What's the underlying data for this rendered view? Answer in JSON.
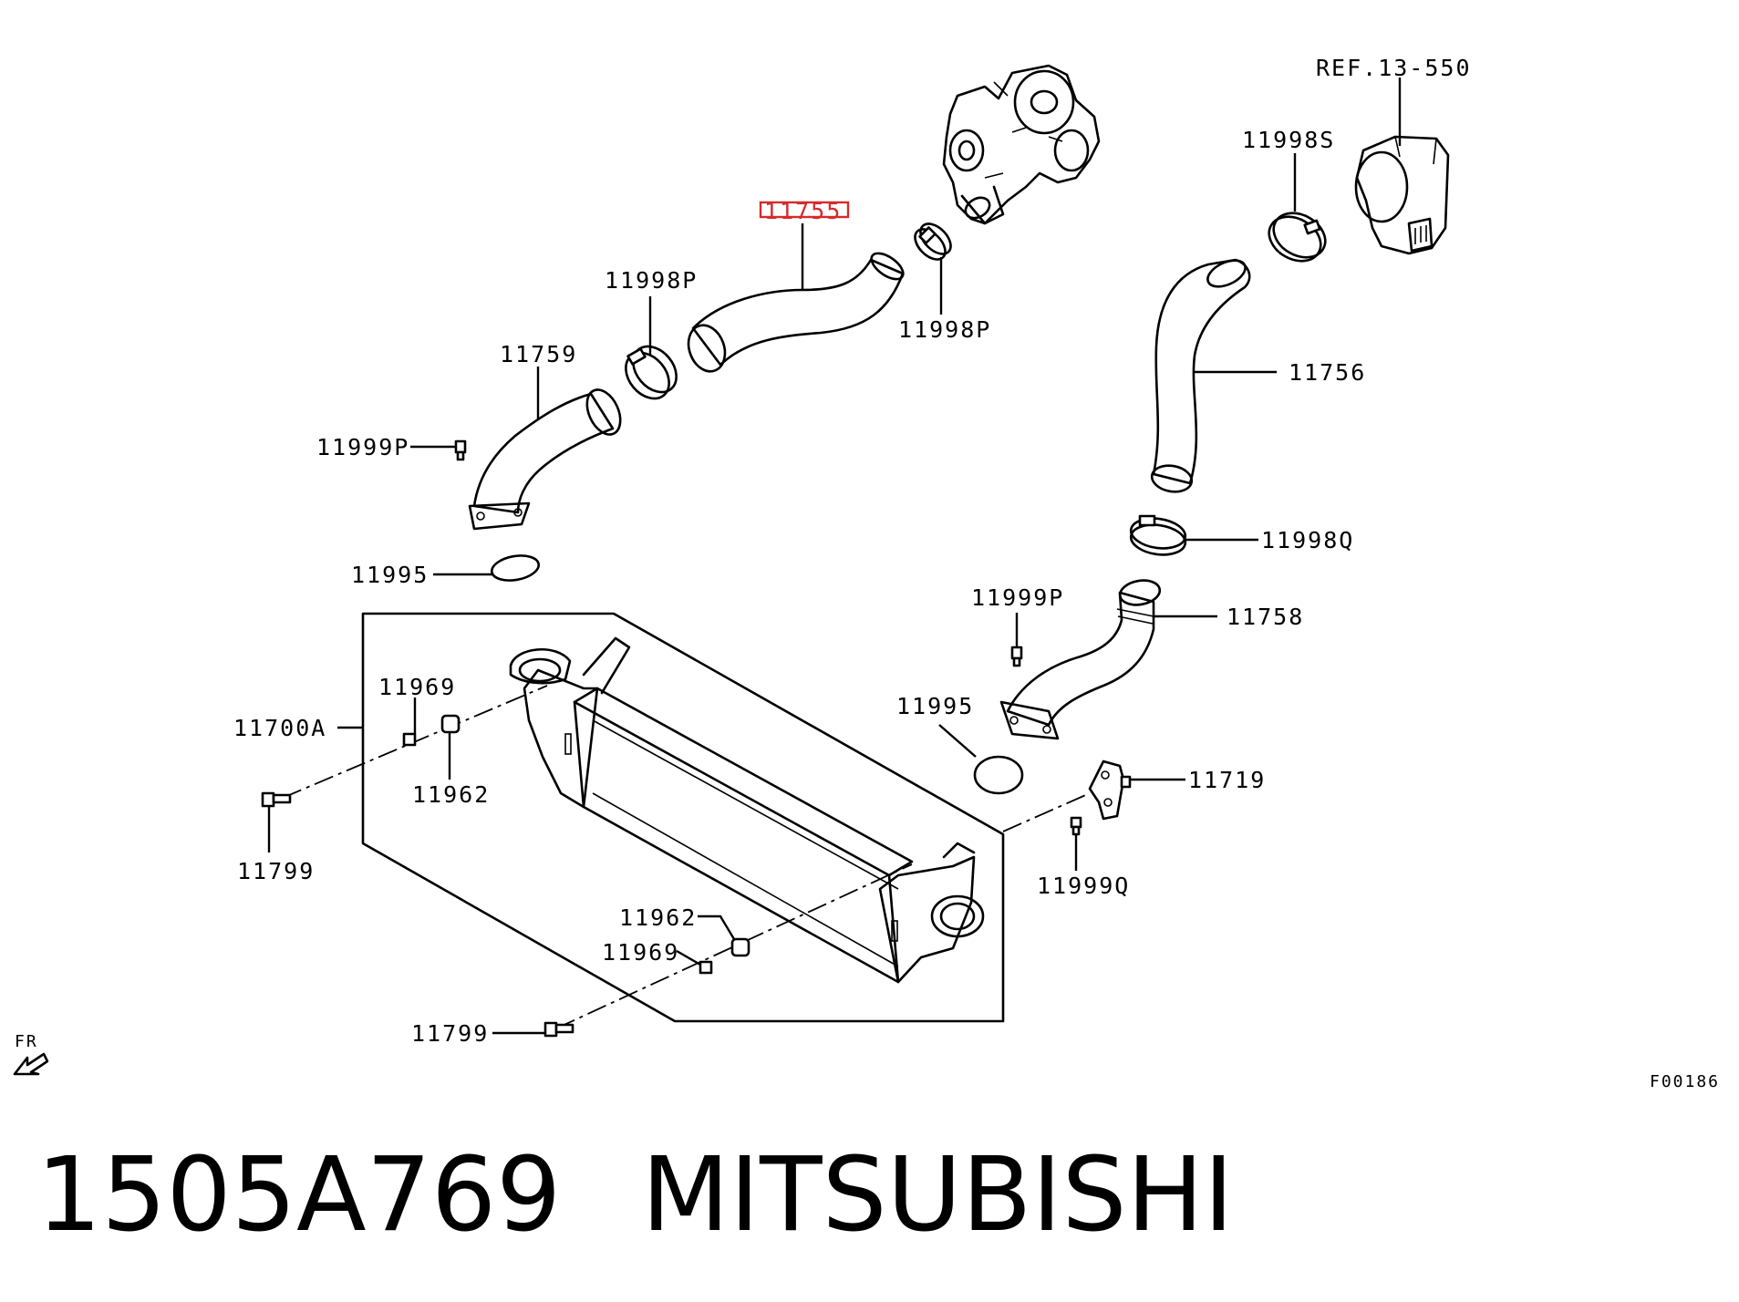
{
  "diagram": {
    "ref_label": "REF.13-550",
    "direction_label": "FR",
    "figure_code": "F00186",
    "highlighted_part": "11755",
    "labels": {
      "p11755": "11755",
      "p11998S": "11998S",
      "p11998P_left": "11998P",
      "p11998P_right": "11998P",
      "p11759": "11759",
      "p11756": "11756",
      "p11999P_left": "11999P",
      "p11998Q": "11998Q",
      "p11995_left": "11995",
      "p11999P_right": "11999P",
      "p11758": "11758",
      "p11969_top": "11969",
      "p11700A": "11700A",
      "p11995_right": "11995",
      "p11962_top": "11962",
      "p11719": "11719",
      "p11799_top": "11799",
      "p11999Q": "11999Q",
      "p11962_bottom": "11962",
      "p11969_bottom": "11969",
      "p11799_bottom": "11799"
    }
  },
  "footer": {
    "part_number": "1505A769",
    "brand": "MITSUBISHI"
  }
}
